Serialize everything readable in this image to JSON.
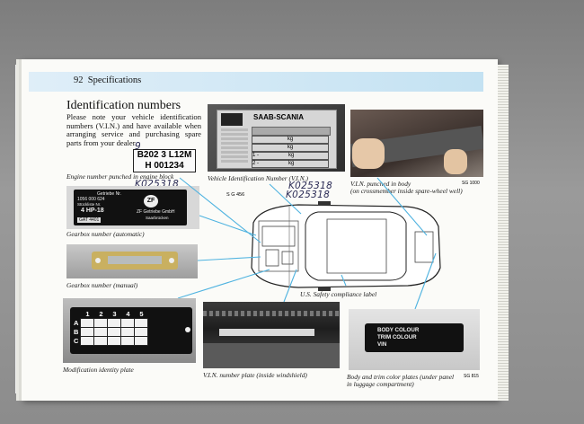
{
  "header": {
    "page_number": "92",
    "section": "Specifications"
  },
  "title": "Identification numbers",
  "intro": "Please note your vehicle identification numbers (V.I.N.) and have available when arranging service and purchasing spare parts from your dealer.",
  "engine_plate": {
    "line1": "B202 3 L12M",
    "line2": "H 001234",
    "handwritten_prefix": "9",
    "caption": "Engine number punched in engine block",
    "handwritten": "K025318"
  },
  "vin_plate": {
    "brand": "SAAB-SCANIA",
    "unit": "kg",
    "row1": "1 -",
    "row2": "2 -",
    "caption": "Vehicle Identification Number (V.I.N.)",
    "handwritten": [
      "K025318",
      "K025318"
    ]
  },
  "vin_body": {
    "caption_line1": "V.I.N. punched in body",
    "caption_line2": "(on crossmember inside spare-wheel well)",
    "code": "SG 1000"
  },
  "gearbox_auto": {
    "getriebe": "Getriebe Nr.",
    "num1": "1056 000 624",
    "stuck": "Stückliste Nr.",
    "model": "4 HP-18",
    "gat": "GAT  4401",
    "logo": "ZF",
    "maker": "ZF Getriebe GmbH",
    "city": "Saarbrücken",
    "caption": "Gearbox number (automatic)"
  },
  "gearbox_manual": {
    "caption": "Gearbox number (manual)"
  },
  "car": {
    "code": "S G 456"
  },
  "safety": {
    "caption": "U.S. Safety compliance label"
  },
  "modification": {
    "cols": [
      "1",
      "2",
      "3",
      "4",
      "5"
    ],
    "rows": [
      "A",
      "B",
      "C"
    ],
    "caption": "Modification identity plate"
  },
  "windshield": {
    "caption": "V.I.N. number plate (inside windshield)"
  },
  "body_colour": {
    "line1": "BODY COLOUR",
    "line2": "TRIM COLOUR",
    "line3": "VIN",
    "caption_line1": "Body and trim color plates (under panel",
    "caption_line2": "in luggage compartment)",
    "code": "SG 815"
  }
}
